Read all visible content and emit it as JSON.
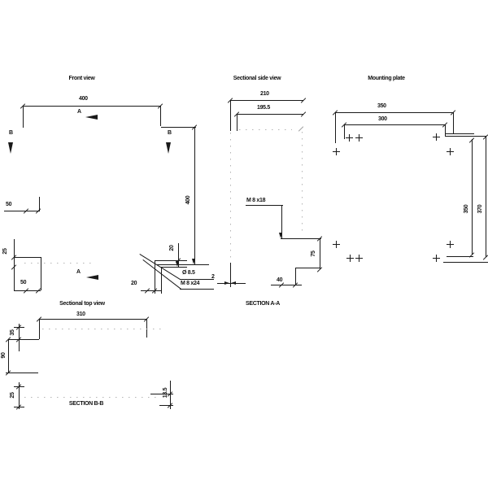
{
  "colors": {
    "line": "#1a1a1a",
    "stipple": "#b4b4b4",
    "background": "#ffffff"
  },
  "front_view": {
    "title": "Front view",
    "dim_width": "400",
    "dim_height": "400",
    "dim_50_upper": "50",
    "dim_25": "25",
    "dim_50_lower": "50",
    "dim_20_vertical": "20",
    "dim_20_horizontal": "20",
    "callout_hole_dia": "Ø 8.5",
    "callout_thread": "M 8  x24",
    "cut_label_a": "A",
    "cut_label_a_lower": "A",
    "cut_label_b_left": "B",
    "cut_label_b_right": "B"
  },
  "side_view": {
    "title": "Sectional side view",
    "dim_outer": "210",
    "dim_inner": "195.5",
    "callout_thread": "M 8  x18",
    "dim_75": "75",
    "dim_40": "40",
    "dim_wall": "2",
    "section_label": "SECTION A-A"
  },
  "mounting_plate": {
    "title": "Mounting plate",
    "dim_width_outer": "350",
    "dim_width_inner": "300",
    "dim_height_inner": "350",
    "dim_height_outer": "370"
  },
  "top_view": {
    "title": "Sectional top view",
    "dim_310": "310",
    "dim_35": "35",
    "dim_90": "90",
    "dim_25": "25",
    "dim_13_5": "13.5",
    "section_label": "SECTION B-B"
  }
}
